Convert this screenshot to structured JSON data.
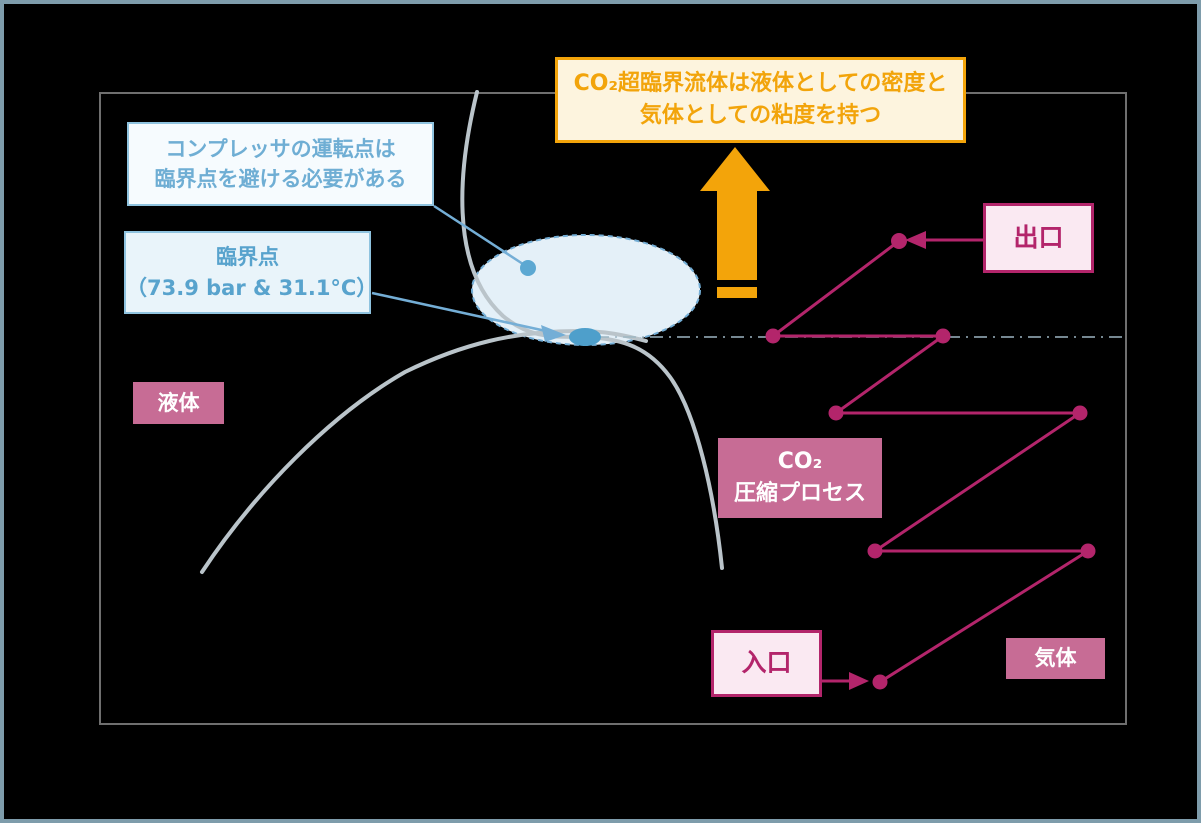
{
  "colors": {
    "background": "#000000",
    "outer_border": "#7E9CAB",
    "plot_border": "#6F6F6F",
    "phase_curve_gray": "#BAC4CA",
    "blue_accent": "#74AED6",
    "blue_text": "#58A3CD",
    "yellow_accent": "#F3A40A",
    "yellow_note_fill": "#FDF4DE",
    "rose_fill": "#C76C95",
    "magenta_accent": "#B3256B",
    "light_pink_fill": "#FAE9F2",
    "supercritical_ellipse_fill": "#E4F0F8"
  },
  "callouts": {
    "supercritical_note": {
      "line1": "CO₂超臨界流体は液体としての密度と",
      "line2": "気体としての粘度を持つ"
    },
    "compressor_note": {
      "line1": "コンプレッサの運転点は",
      "line2": "臨界点を避ける必要がある"
    },
    "critical_point_note": {
      "line1": "臨界点",
      "line2": "（73.9 bar & 31.1°C）"
    }
  },
  "labels": {
    "liquid": "液体",
    "gas": "気体",
    "process_line1": "CO₂",
    "process_line2": "圧縮プロセス",
    "outlet": "出口",
    "inlet": "入口"
  }
}
